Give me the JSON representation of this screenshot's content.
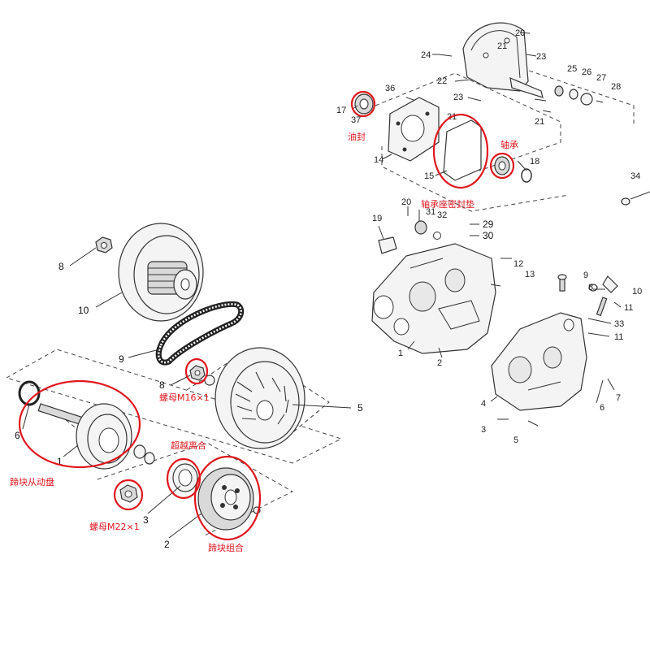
{
  "clutch_diagram": {
    "callouts": {
      "n8_top": "8",
      "n10": "10",
      "n9": "9",
      "n8_mid": "8",
      "n5": "5",
      "n6": "6",
      "n1": "1",
      "n3": "3",
      "n2": "2"
    },
    "annotations": {
      "nut_m16": "螺母M16×1",
      "one_way_clutch": "超越离合",
      "shoe_driven_disc": "蹄块从动盘",
      "nut_m22": "螺母M22×1",
      "shoe_assembly": "蹄块组合"
    }
  },
  "crankcase_diagram": {
    "callouts": {
      "n24": "24",
      "n21a": "21",
      "n20a": "20",
      "n23a": "23",
      "n22": "22",
      "n25": "25",
      "n26": "26",
      "n27": "27",
      "n28": "28",
      "n36": "36",
      "n17": "17",
      "n37": "37",
      "n23b": "23",
      "n21b": "21",
      "n21c": "21",
      "n14": "14",
      "n15": "15",
      "n18": "18",
      "n34": "34",
      "n19": "19",
      "n20b": "20",
      "n31": "31",
      "n32": "32",
      "n29": "29",
      "n30": "30",
      "n12": "12",
      "n13": "13",
      "n9": "9",
      "n8": "8",
      "n10": "10",
      "n11a": "11",
      "n33": "33",
      "n11b": "11",
      "n1": "1",
      "n2": "2",
      "n4": "4",
      "n6": "6",
      "n7": "7",
      "n3": "3",
      "n5": "5"
    },
    "annotations": {
      "oil_seal": "油封",
      "bearing": "轴承",
      "bearing_seat_gasket": "轴承座密封垫"
    }
  },
  "colors": {
    "annotation": "#e0161d",
    "line": "#333333"
  }
}
